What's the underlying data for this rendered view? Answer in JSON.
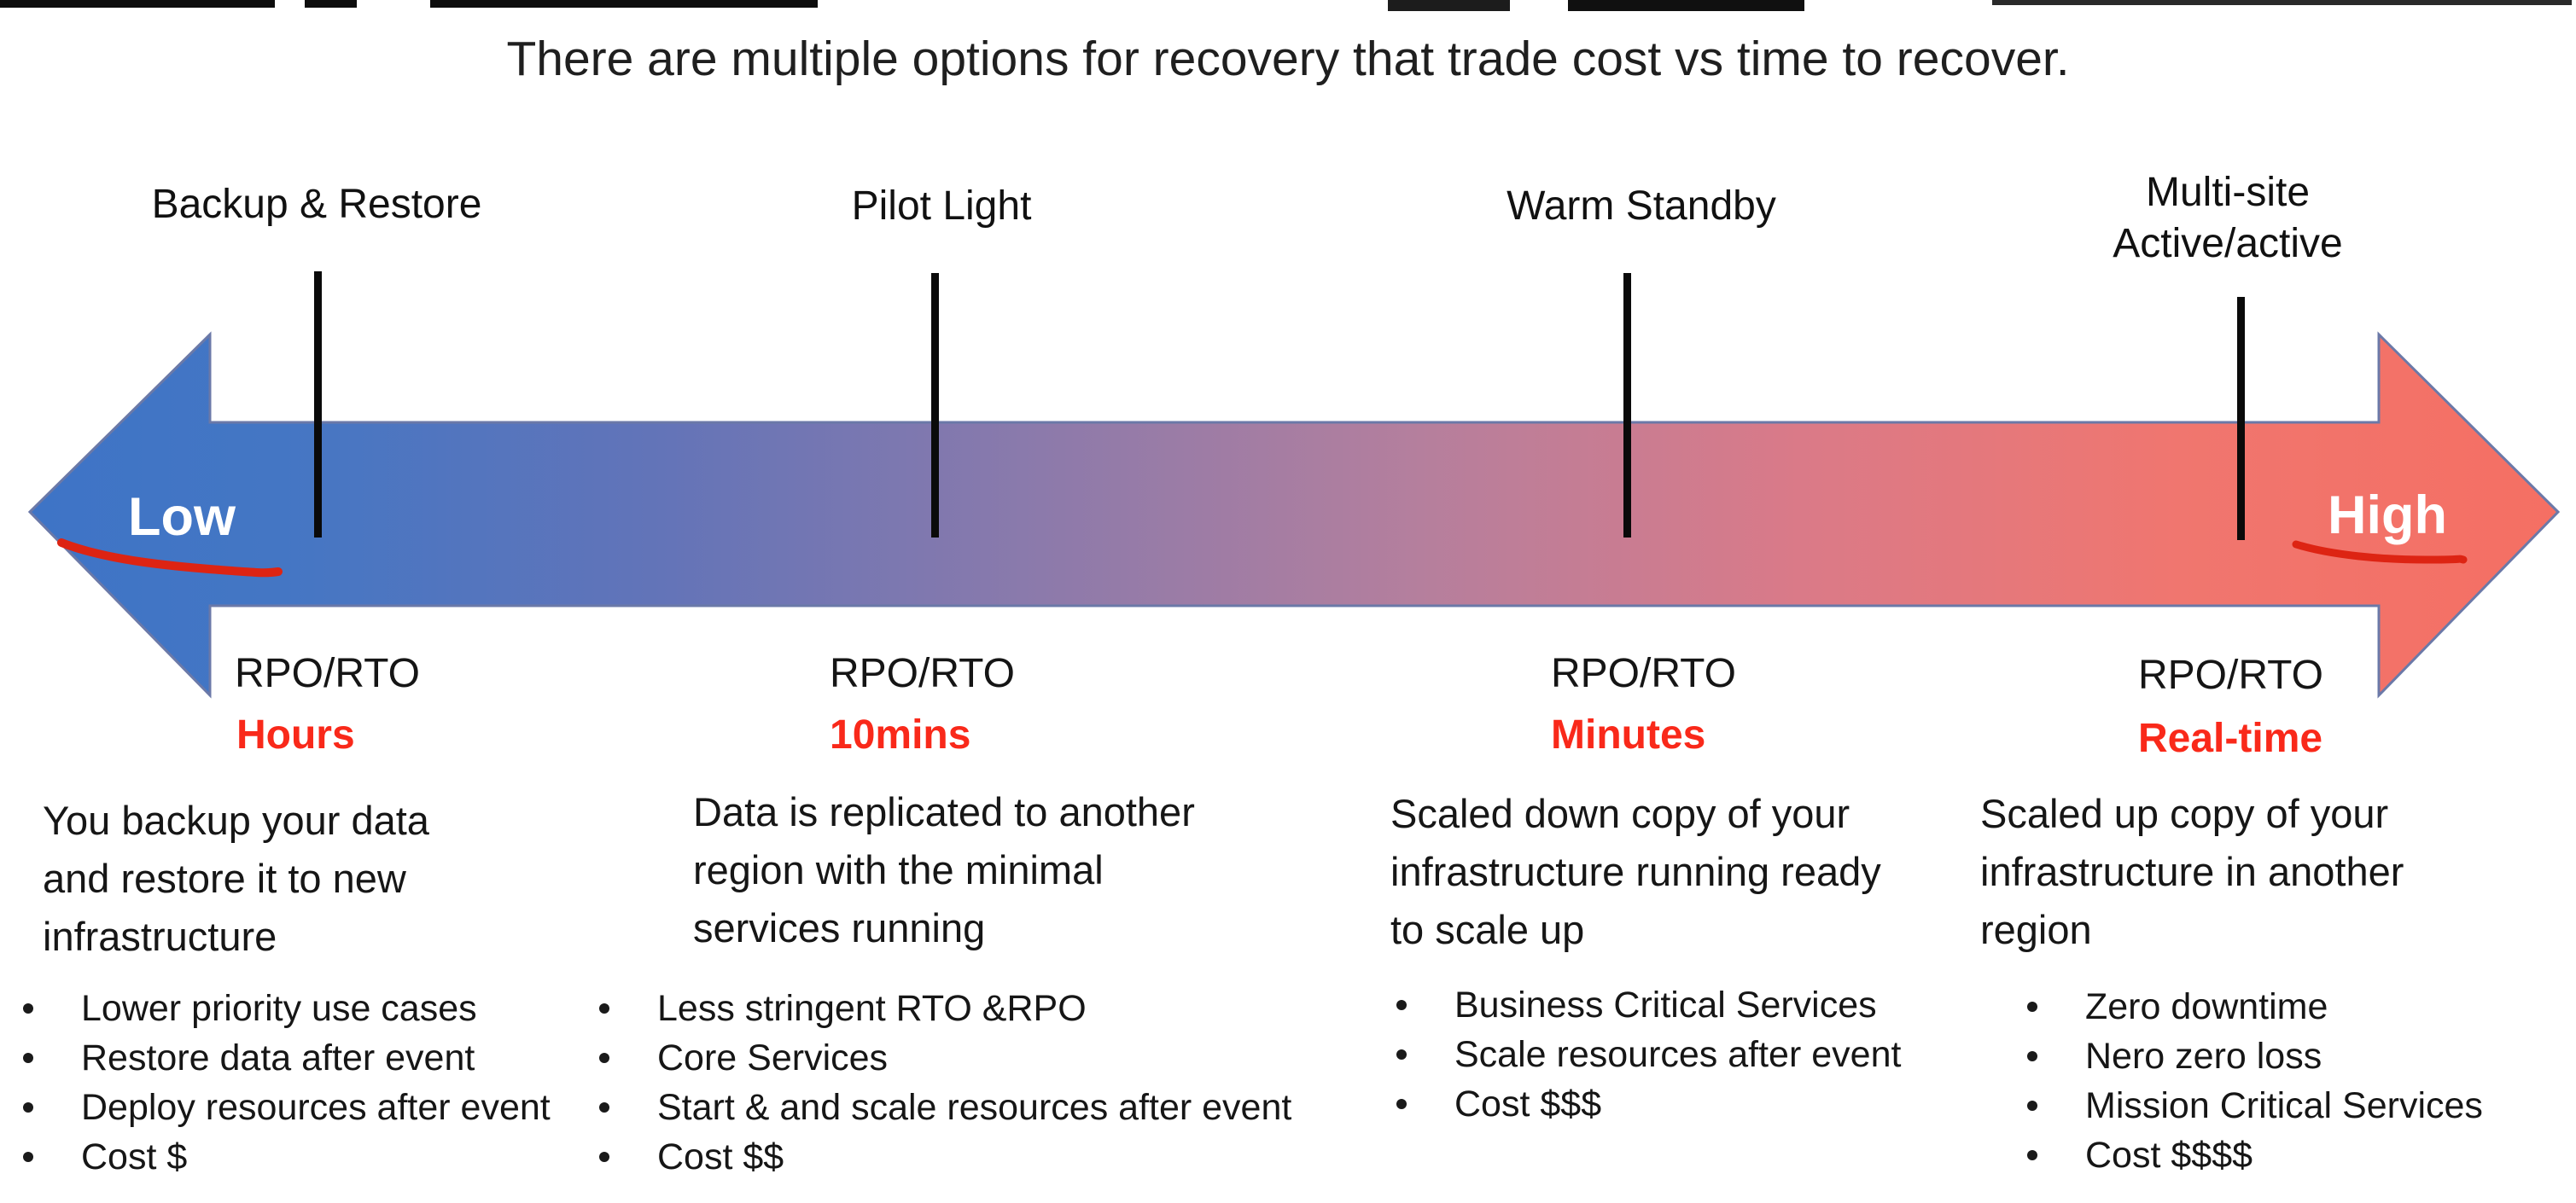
{
  "slide": {
    "title": "There are multiple options for recovery that trade cost vs time to recover.",
    "low_label": "Low",
    "high_label": "High"
  },
  "colors": {
    "red_text": "#f9291a",
    "underline_red": "#dd2413",
    "arrow_gradient_start": "#3e74c6",
    "arrow_gradient_mid": "#8c7aab",
    "arrow_gradient_end": "#f56f63",
    "arrow_outline": "#6b79a8"
  },
  "options": [
    {
      "name": "Backup & Restore",
      "name_line2": "",
      "rpo_label": "RPO/RTO",
      "rpo_value": "Hours",
      "description": "You backup your data and restore it to new infrastructure",
      "bullets": [
        "Lower priority use cases",
        "Restore data after event",
        "Deploy resources after event",
        "Cost $"
      ]
    },
    {
      "name": "Pilot Light",
      "name_line2": "",
      "rpo_label": "RPO/RTO",
      "rpo_value": "10mins",
      "description": "Data is replicated to another region with the minimal services running",
      "bullets": [
        "Less stringent RTO &RPO",
        "Core Services",
        "Start & and scale resources after event",
        "Cost $$"
      ]
    },
    {
      "name": "Warm Standby",
      "name_line2": "",
      "rpo_label": "RPO/RTO",
      "rpo_value": "Minutes",
      "description": "Scaled down copy of your infrastructure running ready to scale up",
      "bullets": [
        "Business Critical Services",
        "Scale resources after event",
        "Cost $$$"
      ]
    },
    {
      "name": "Multi-site",
      "name_line2": "Active/active",
      "rpo_label": "RPO/RTO",
      "rpo_value": "Real-time",
      "description": "Scaled up copy of your infrastructure in another region",
      "bullets": [
        "Zero downtime",
        "Nero zero loss",
        "Mission Critical Services",
        "Cost $$$$"
      ]
    }
  ]
}
